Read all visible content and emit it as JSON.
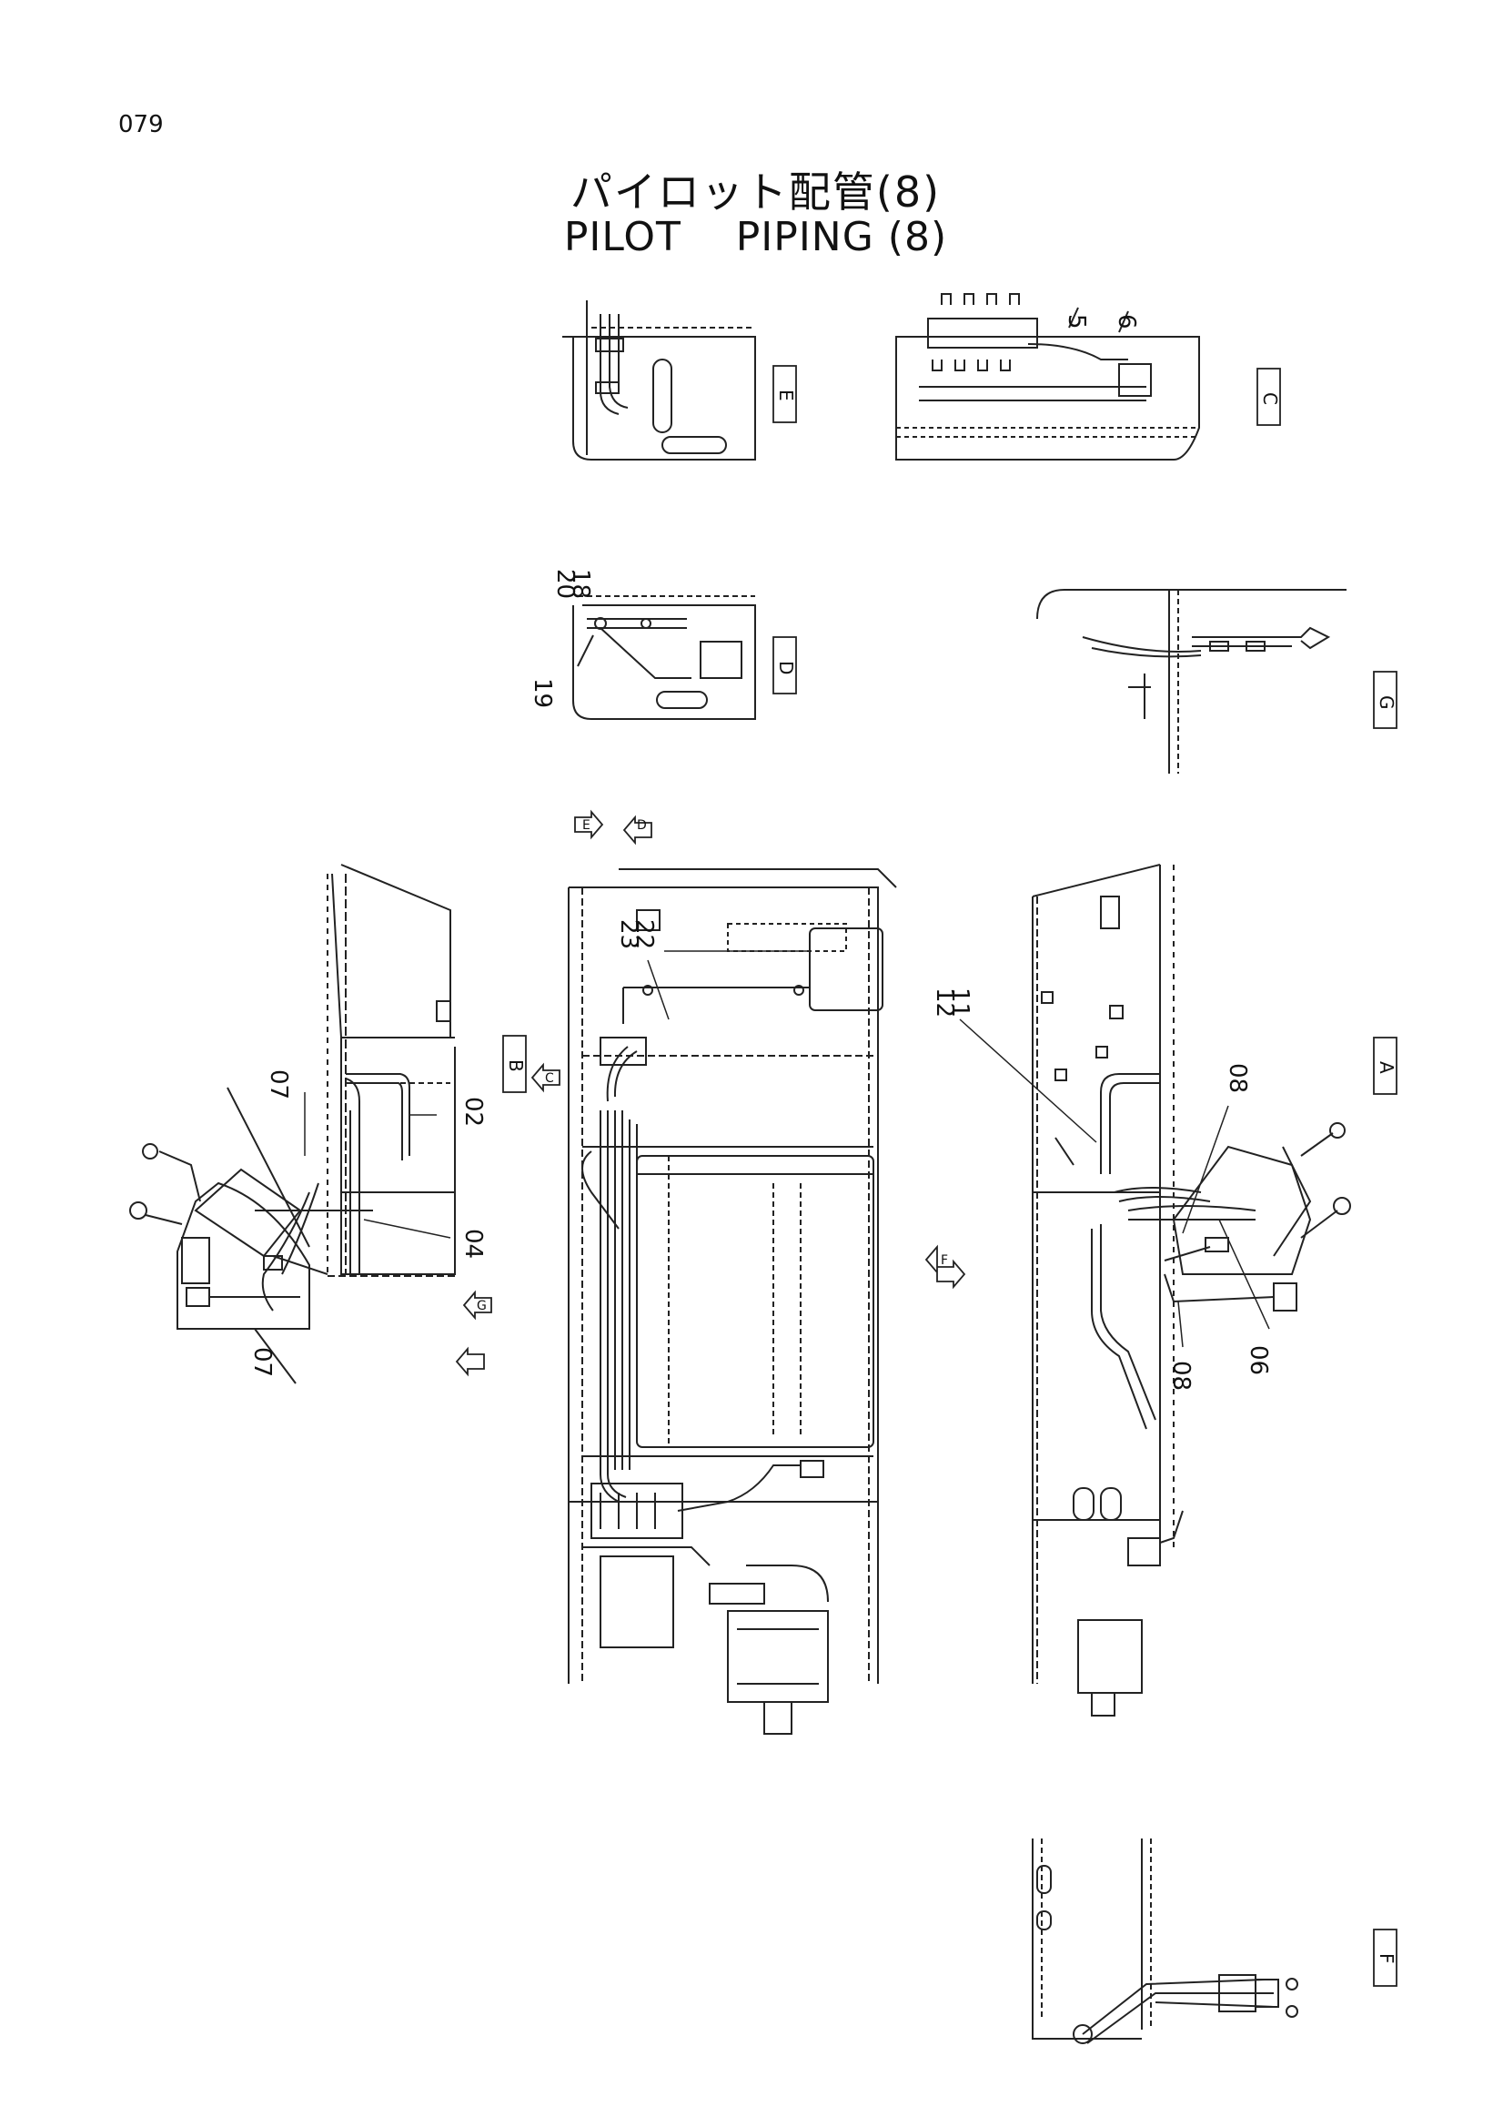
{
  "page": {
    "number": "079"
  },
  "title": {
    "japanese": "パイロット配管(8)",
    "english": "PILOT    PIPING (8)"
  },
  "diagram": {
    "views": [
      {
        "id": "view-e",
        "tag": "E"
      },
      {
        "id": "view-c",
        "tag": "C"
      },
      {
        "id": "view-d",
        "tag": "D"
      },
      {
        "id": "view-g",
        "tag": "G"
      },
      {
        "id": "view-b",
        "tag": "B"
      },
      {
        "id": "view-a",
        "tag": "A"
      },
      {
        "id": "view-f",
        "tag": "F"
      }
    ],
    "part_numbers": {
      "p5": "5",
      "p6": "6",
      "p18": "18",
      "p19": "19",
      "p20": "20",
      "p22": "22",
      "p23": "23",
      "p11": "11",
      "p12": "12",
      "p02": "02",
      "p04": "04",
      "p07a": "07",
      "p07b": "07",
      "p08a": "08",
      "p08b": "08",
      "p06": "06"
    },
    "arrow_markers": {
      "e": "E",
      "d": "D",
      "c": "C",
      "g": "G",
      "f": "F"
    }
  }
}
